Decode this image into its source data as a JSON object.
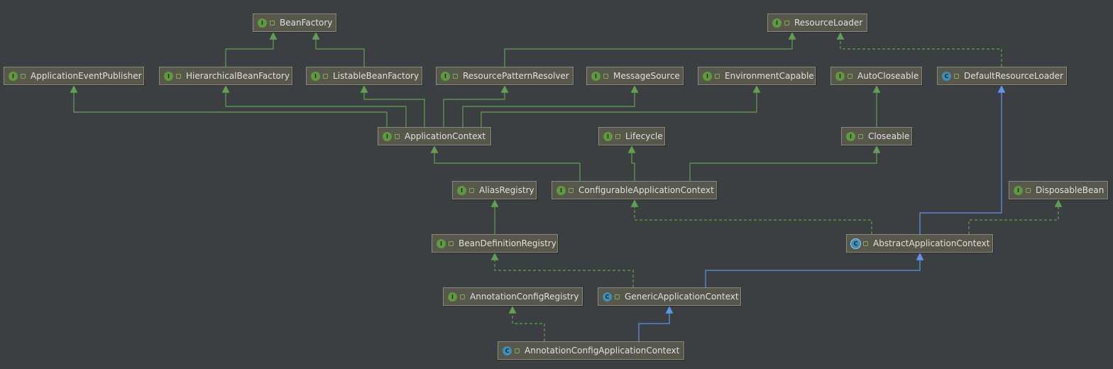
{
  "diagram": {
    "nodes": [
      {
        "id": "BeanFactory",
        "label": "BeanFactory",
        "kind": "interface"
      },
      {
        "id": "ResourceLoader",
        "label": "ResourceLoader",
        "kind": "interface"
      },
      {
        "id": "ApplicationEventPublisher",
        "label": "ApplicationEventPublisher",
        "kind": "interface"
      },
      {
        "id": "HierarchicalBeanFactory",
        "label": "HierarchicalBeanFactory",
        "kind": "interface"
      },
      {
        "id": "ListableBeanFactory",
        "label": "ListableBeanFactory",
        "kind": "interface"
      },
      {
        "id": "ResourcePatternResolver",
        "label": "ResourcePatternResolver",
        "kind": "interface"
      },
      {
        "id": "MessageSource",
        "label": "MessageSource",
        "kind": "interface"
      },
      {
        "id": "EnvironmentCapable",
        "label": "EnvironmentCapable",
        "kind": "interface"
      },
      {
        "id": "AutoCloseable",
        "label": "AutoCloseable",
        "kind": "interface"
      },
      {
        "id": "DefaultResourceLoader",
        "label": "DefaultResourceLoader",
        "kind": "class"
      },
      {
        "id": "ApplicationContext",
        "label": "ApplicationContext",
        "kind": "interface"
      },
      {
        "id": "Lifecycle",
        "label": "Lifecycle",
        "kind": "interface"
      },
      {
        "id": "Closeable",
        "label": "Closeable",
        "kind": "interface"
      },
      {
        "id": "AliasRegistry",
        "label": "AliasRegistry",
        "kind": "interface"
      },
      {
        "id": "ConfigurableApplicationContext",
        "label": "ConfigurableApplicationContext",
        "kind": "interface"
      },
      {
        "id": "DisposableBean",
        "label": "DisposableBean",
        "kind": "interface"
      },
      {
        "id": "BeanDefinitionRegistry",
        "label": "BeanDefinitionRegistry",
        "kind": "interface"
      },
      {
        "id": "AbstractApplicationContext",
        "label": "AbstractApplicationContext",
        "kind": "abstract"
      },
      {
        "id": "AnnotationConfigRegistry",
        "label": "AnnotationConfigRegistry",
        "kind": "interface"
      },
      {
        "id": "GenericApplicationContext",
        "label": "GenericApplicationContext",
        "kind": "class"
      },
      {
        "id": "AnnotationConfigApplicationContext",
        "label": "AnnotationConfigApplicationContext",
        "kind": "class"
      }
    ],
    "edges": [
      {
        "from": "HierarchicalBeanFactory",
        "to": "BeanFactory",
        "type": "extends-interface"
      },
      {
        "from": "ListableBeanFactory",
        "to": "BeanFactory",
        "type": "extends-interface"
      },
      {
        "from": "ResourcePatternResolver",
        "to": "ResourceLoader",
        "type": "extends-interface"
      },
      {
        "from": "DefaultResourceLoader",
        "to": "ResourceLoader",
        "type": "implements"
      },
      {
        "from": "ApplicationContext",
        "to": "ApplicationEventPublisher",
        "type": "extends-interface"
      },
      {
        "from": "ApplicationContext",
        "to": "HierarchicalBeanFactory",
        "type": "extends-interface"
      },
      {
        "from": "ApplicationContext",
        "to": "ListableBeanFactory",
        "type": "extends-interface"
      },
      {
        "from": "ApplicationContext",
        "to": "ResourcePatternResolver",
        "type": "extends-interface"
      },
      {
        "from": "ApplicationContext",
        "to": "MessageSource",
        "type": "extends-interface"
      },
      {
        "from": "ApplicationContext",
        "to": "EnvironmentCapable",
        "type": "extends-interface"
      },
      {
        "from": "Closeable",
        "to": "AutoCloseable",
        "type": "extends-interface"
      },
      {
        "from": "ConfigurableApplicationContext",
        "to": "ApplicationContext",
        "type": "extends-interface"
      },
      {
        "from": "ConfigurableApplicationContext",
        "to": "Lifecycle",
        "type": "extends-interface"
      },
      {
        "from": "ConfigurableApplicationContext",
        "to": "Closeable",
        "type": "extends-interface"
      },
      {
        "from": "BeanDefinitionRegistry",
        "to": "AliasRegistry",
        "type": "extends-interface"
      },
      {
        "from": "AbstractApplicationContext",
        "to": "ConfigurableApplicationContext",
        "type": "implements"
      },
      {
        "from": "AbstractApplicationContext",
        "to": "DisposableBean",
        "type": "implements"
      },
      {
        "from": "AbstractApplicationContext",
        "to": "DefaultResourceLoader",
        "type": "extends-class"
      },
      {
        "from": "GenericApplicationContext",
        "to": "BeanDefinitionRegistry",
        "type": "implements"
      },
      {
        "from": "GenericApplicationContext",
        "to": "AbstractApplicationContext",
        "type": "extends-class"
      },
      {
        "from": "AnnotationConfigApplicationContext",
        "to": "AnnotationConfigRegistry",
        "type": "implements"
      },
      {
        "from": "AnnotationConfigApplicationContext",
        "to": "GenericApplicationContext",
        "type": "extends-class"
      }
    ],
    "badges": {
      "interface": "I",
      "class": "C",
      "abstract": "C"
    },
    "colors": {
      "background": "#3c3f41",
      "node_fill": "#58574b",
      "node_border": "#8a8a7c",
      "node_text": "#e0e0e0",
      "interface_badge": "#5f9a3c",
      "class_badge": "#3d8fb6",
      "interface_edge": "#5fa052",
      "class_edge": "#5a95f0"
    }
  }
}
